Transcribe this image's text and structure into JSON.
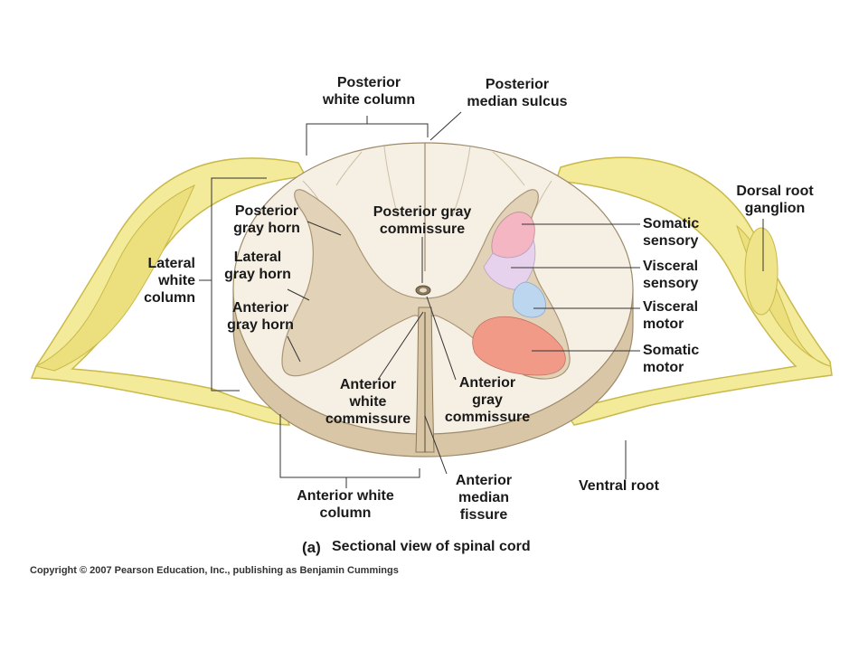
{
  "labels": {
    "posterior_white_column": "Posterior\nwhite column",
    "posterior_median_sulcus": "Posterior\nmedian sulcus",
    "dorsal_root_ganglion": "Dorsal root\nganglion",
    "posterior_gray_horn": "Posterior\ngray horn",
    "posterior_gray_commissure": "Posterior gray\ncommissure",
    "lateral_white_column": "Lateral\nwhite\ncolumn",
    "lateral_gray_horn": "Lateral\ngray horn",
    "anterior_gray_horn": "Anterior\ngray horn",
    "somatic_sensory": "Somatic\nsensory",
    "visceral_sensory": "Visceral\nsensory",
    "visceral_motor": "Visceral\nmotor",
    "somatic_motor": "Somatic\nmotor",
    "anterior_white_commissure": "Anterior\nwhite\ncommissure",
    "anterior_gray_commissure": "Anterior\ngray\ncommissure",
    "anterior_white_column": "Anterior white\ncolumn",
    "anterior_median_fissure": "Anterior\nmedian\nfissure",
    "ventral_root": "Ventral root"
  },
  "caption": {
    "tag": "(a)",
    "text": "Sectional view of spinal cord"
  },
  "copyright": "Copyright © 2007 Pearson Education, Inc., publishing as Benjamin Cummings",
  "colors": {
    "white_matter": "#f6efe3",
    "gray_matter": "#e2d3b8",
    "cord_side": "#d9c6a6",
    "nerve": "#f3ea9a",
    "nerve_outline": "#c9b94a",
    "somatic_sensory": "#f4b6c2",
    "visceral_sensory": "#e6d2ec",
    "visceral_motor": "#bcd6f0",
    "somatic_motor": "#f29a88"
  }
}
